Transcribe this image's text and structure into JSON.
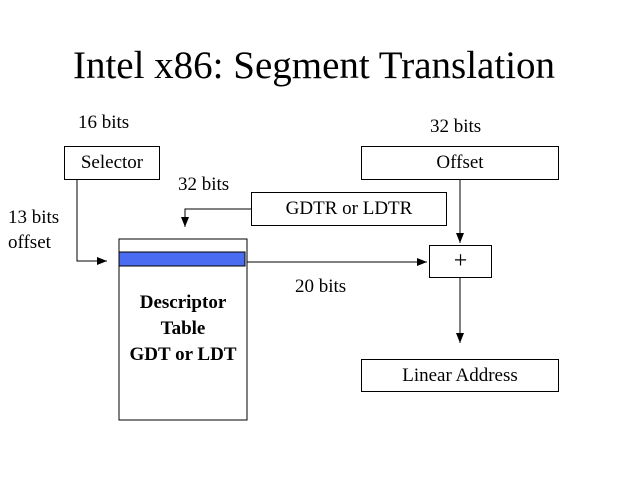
{
  "title": "Intel x86: Segment Translation",
  "labels": {
    "selector_bits": "16 bits",
    "offset_bits": "32 bits",
    "table_bits": "32 bits",
    "index_bits_line1": "13 bits",
    "index_bits_line2": "offset",
    "base_bits": "20 bits"
  },
  "boxes": {
    "selector": "Selector",
    "offset": "Offset",
    "register": "GDTR or LDTR",
    "adder": "+",
    "linear_address": "Linear Address"
  },
  "descriptor_table": {
    "line1": "Descriptor",
    "line2": "Table",
    "line3": "GDT or LDT"
  },
  "colors": {
    "descriptor_entry": "#4a6cf0"
  }
}
